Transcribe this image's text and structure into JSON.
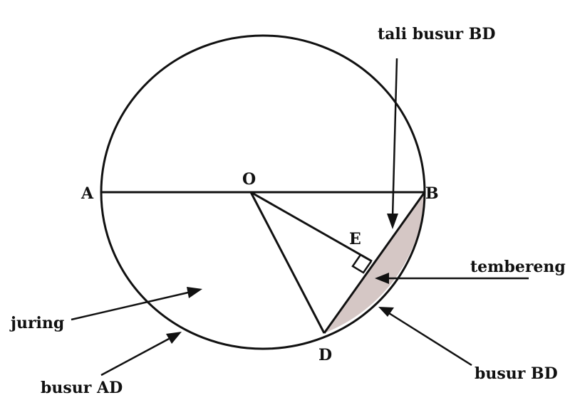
{
  "points": {
    "A": "A",
    "O": "O",
    "B": "B",
    "E": "E",
    "D": "D"
  },
  "labels": {
    "chord": "tali busur BD",
    "segment": "tembereng",
    "sector": "juring",
    "arc_ad": "busur AD",
    "arc_bd": "busur BD"
  },
  "colors": {
    "stroke": "#111111",
    "segment_fill": "#d5c7c5"
  }
}
